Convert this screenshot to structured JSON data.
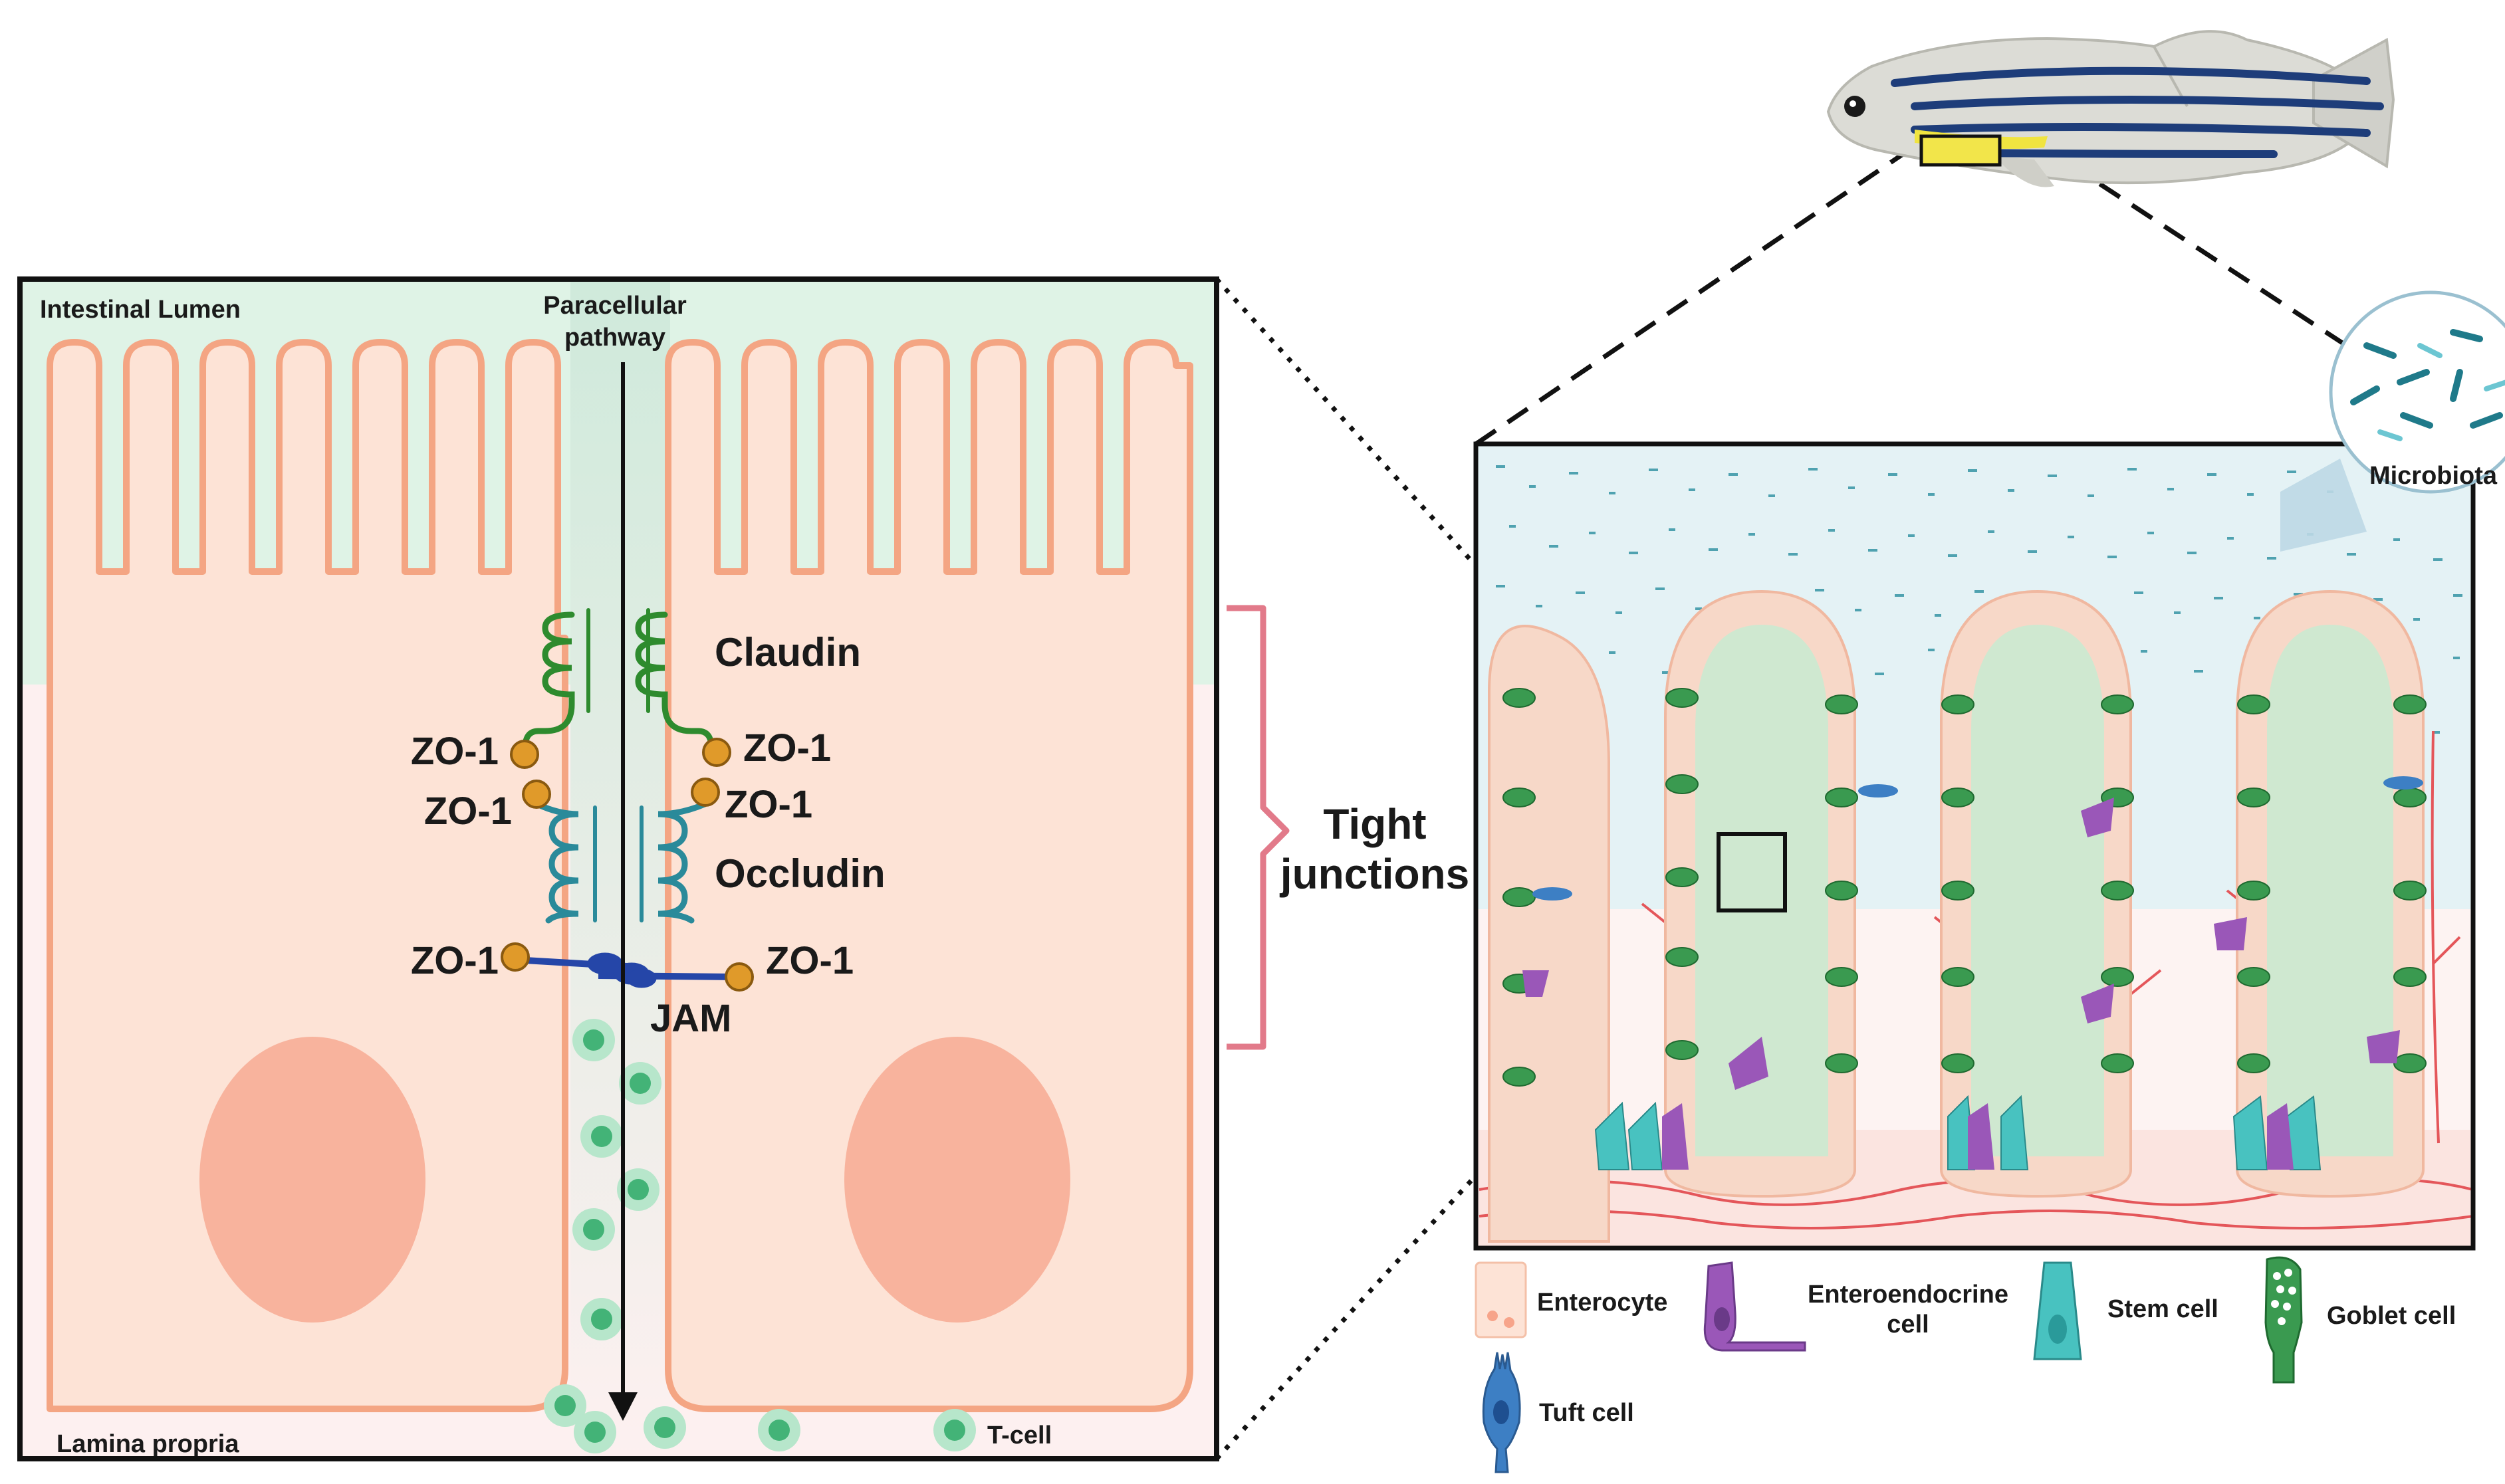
{
  "labels": {
    "intestinal_lumen": "Intestinal Lumen",
    "paracellular_line1": "Paracellular",
    "paracellular_line2": "pathway",
    "lamina_propria": "Lamina propria",
    "t_cell": "T-cell",
    "claudin": "Claudin",
    "occludin": "Occludin",
    "jam": "JAM",
    "zo1": "ZO-1",
    "tight_line1": "Tight",
    "tight_line2": "junctions",
    "microbiota": "Microbiota"
  },
  "legend": {
    "enterocyte": "Enterocyte",
    "enteroendocrine_line1": "Enteroendocrine",
    "enteroendocrine_line2": "cell",
    "stem_cell": "Stem cell",
    "goblet_cell": "Goblet cell",
    "tuft_cell": "Tuft cell"
  },
  "colors": {
    "cell_fill": "#fde3d6",
    "cell_stroke": "#f4a583",
    "nucleus": "#f8b39d",
    "lumen": "#dff3e6",
    "lamina": "#fdf0f0",
    "claudin": "#2e8b2e",
    "occludin": "#2a8a9a",
    "jam": "#2546a8",
    "zo1": "#e09a2a",
    "tcell": "#5cc08a",
    "bracket": "#e27a8a",
    "enteroendocrine": "#9a57b8",
    "stem": "#48c2c0",
    "goblet": "#3a9a50",
    "tuft": "#3d7fc4",
    "vessel": "#e4565a"
  }
}
